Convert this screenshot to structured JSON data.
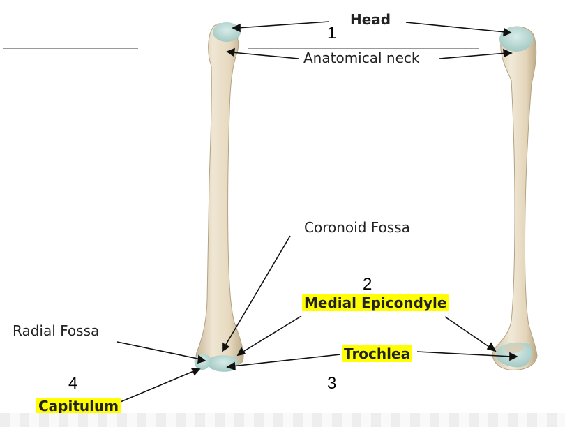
{
  "labels": {
    "head": "Head",
    "anatomical_neck": "Anatomical neck",
    "coronoid_fossa": "Coronoid Fossa",
    "medial_epicondyle": "Medial Epicondyle",
    "radial_fossa": "Radial Fossa",
    "trochlea": "Trochlea",
    "capitulum": "Capitulum"
  },
  "numbers": {
    "n1": "1",
    "n2": "2",
    "n3": "3",
    "n4": "4"
  },
  "colors": {
    "bone": "#e8dcc4",
    "bone_shade": "#c9b99a",
    "cartilage": "#b6d6d2",
    "highlight": "#ffff00",
    "leader": "#111111"
  }
}
